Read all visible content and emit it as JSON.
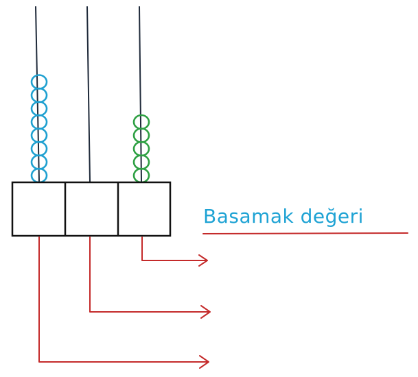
{
  "label": {
    "text": "Basamak değeri"
  },
  "abacus": {
    "rods": [
      {
        "bead_count": 8,
        "bead_color": "#1ea0d0"
      },
      {
        "bead_count": 0,
        "bead_color": ""
      },
      {
        "bead_count": 5,
        "bead_color": "#2ea043"
      }
    ],
    "box_count": 3
  },
  "colors": {
    "rod": "#1f2a3a",
    "box_outline": "#111111",
    "arrows": "#c42a2a",
    "label_text": "#1fa3d4",
    "underline": "#c42a2a"
  },
  "icons": {
    "arrow": "arrow-right-icon"
  }
}
